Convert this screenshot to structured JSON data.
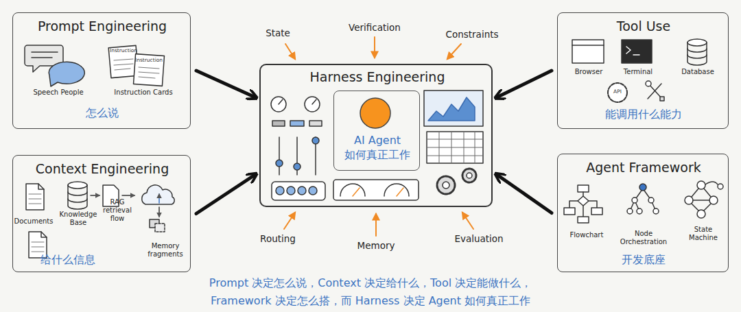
{
  "diagram": {
    "caption": "Prompt 决定怎么说，Context 决定给什么，Tool 决定能做什么， Framework 决定怎么搭，而 Harness 决定 Agent 如何真正工作",
    "nodes": [
      {
        "text": [
          "Prompt Engineering",
          "Speech People",
          "Instruction Cards",
          "怎么说"
        ]
      },
      {
        "text": [
          "Context Engineering",
          "Documents",
          "Knowledge Base",
          "RAG retrieval flow",
          "Memory fragments",
          "给什么信息"
        ]
      },
      {
        "text": [
          "Harness Engineering"
        ]
      },
      {
        "text": [
          "AI Agent 如何真正工作"
        ],
        "in": 2
      },
      {
        "text": [
          "Tool Use",
          "Browser",
          "Terminal",
          "Database",
          "能调用什么能力"
        ]
      },
      {
        "text": [
          "Agent Framework",
          "Flowchart",
          "Node Orchestration",
          "State Machine",
          "开发底座"
        ]
      }
    ],
    "edges": [
      {
        "from": 0,
        "to": 2,
        "arrow": "to"
      },
      {
        "from": 1,
        "to": 2,
        "arrow": "to"
      },
      {
        "from": 4,
        "to": 2,
        "arrow": "to"
      },
      {
        "from": 5,
        "to": 2,
        "arrow": "to"
      }
    ],
    "labels": [
      "Instruction",
      "Instruction",
      "API",
      "State",
      "Verification",
      "Constraints",
      "Routing",
      "Memory",
      "Evaluation"
    ]
  }
}
